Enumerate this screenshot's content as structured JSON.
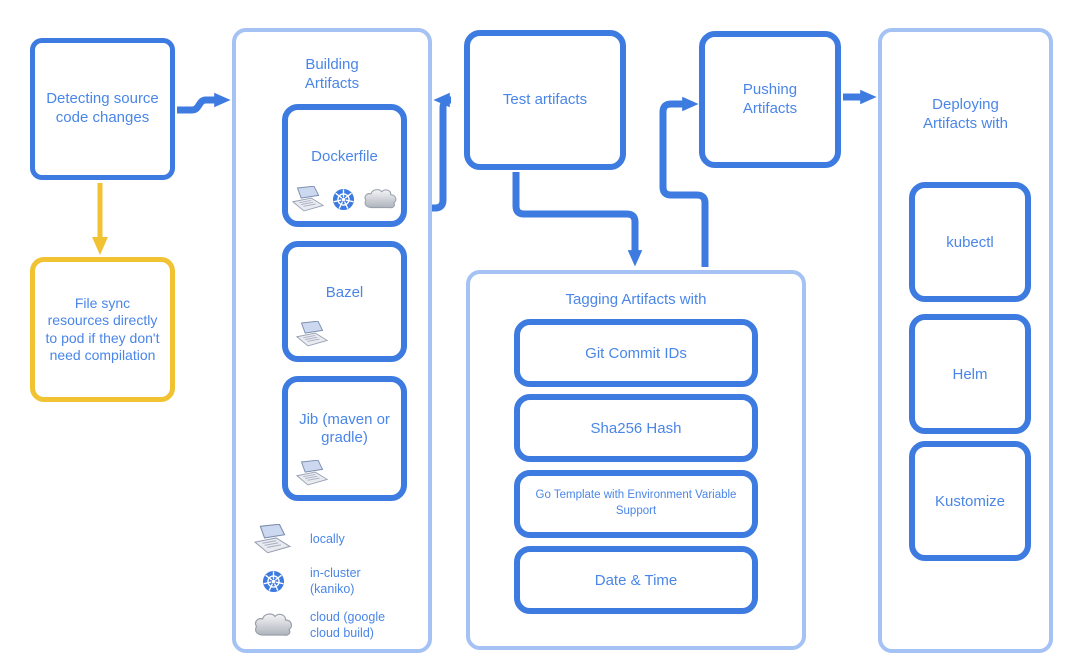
{
  "colors": {
    "primary_blue": "#3d7be0",
    "container_blue": "#a4c2f4",
    "text_blue": "#4a86e8",
    "accent_yellow": "#f1c232",
    "kubernetes_icon_blue": "#3d7be0"
  },
  "flow": {
    "detect": "Detecting source code changes",
    "file_sync": "File sync resources directly to pod if they don't need compilation",
    "test": "Test artifacts",
    "push": "Pushing Artifacts"
  },
  "building": {
    "title": "Building Artifacts",
    "items": [
      {
        "label": "Dockerfile",
        "icons": [
          "laptop-icon",
          "kubernetes-icon",
          "cloud-icon"
        ]
      },
      {
        "label": "Bazel",
        "icons": [
          "laptop-icon"
        ]
      },
      {
        "label": "Jib (maven or gradle)",
        "icons": [
          "laptop-icon"
        ]
      }
    ],
    "legend": [
      {
        "icon": "laptop-icon",
        "label": "locally"
      },
      {
        "icon": "kubernetes-icon",
        "label": "in-cluster (kaniko)"
      },
      {
        "icon": "cloud-icon",
        "label": "cloud (google cloud build)"
      }
    ]
  },
  "tagging": {
    "title": "Tagging Artifacts with",
    "items": [
      "Git Commit IDs",
      "Sha256 Hash",
      "Go Template with Environment Variable Support",
      "Date & Time"
    ]
  },
  "deploying": {
    "title": "Deploying Artifacts with",
    "items": [
      "kubectl",
      "Helm",
      "Kustomize"
    ]
  }
}
